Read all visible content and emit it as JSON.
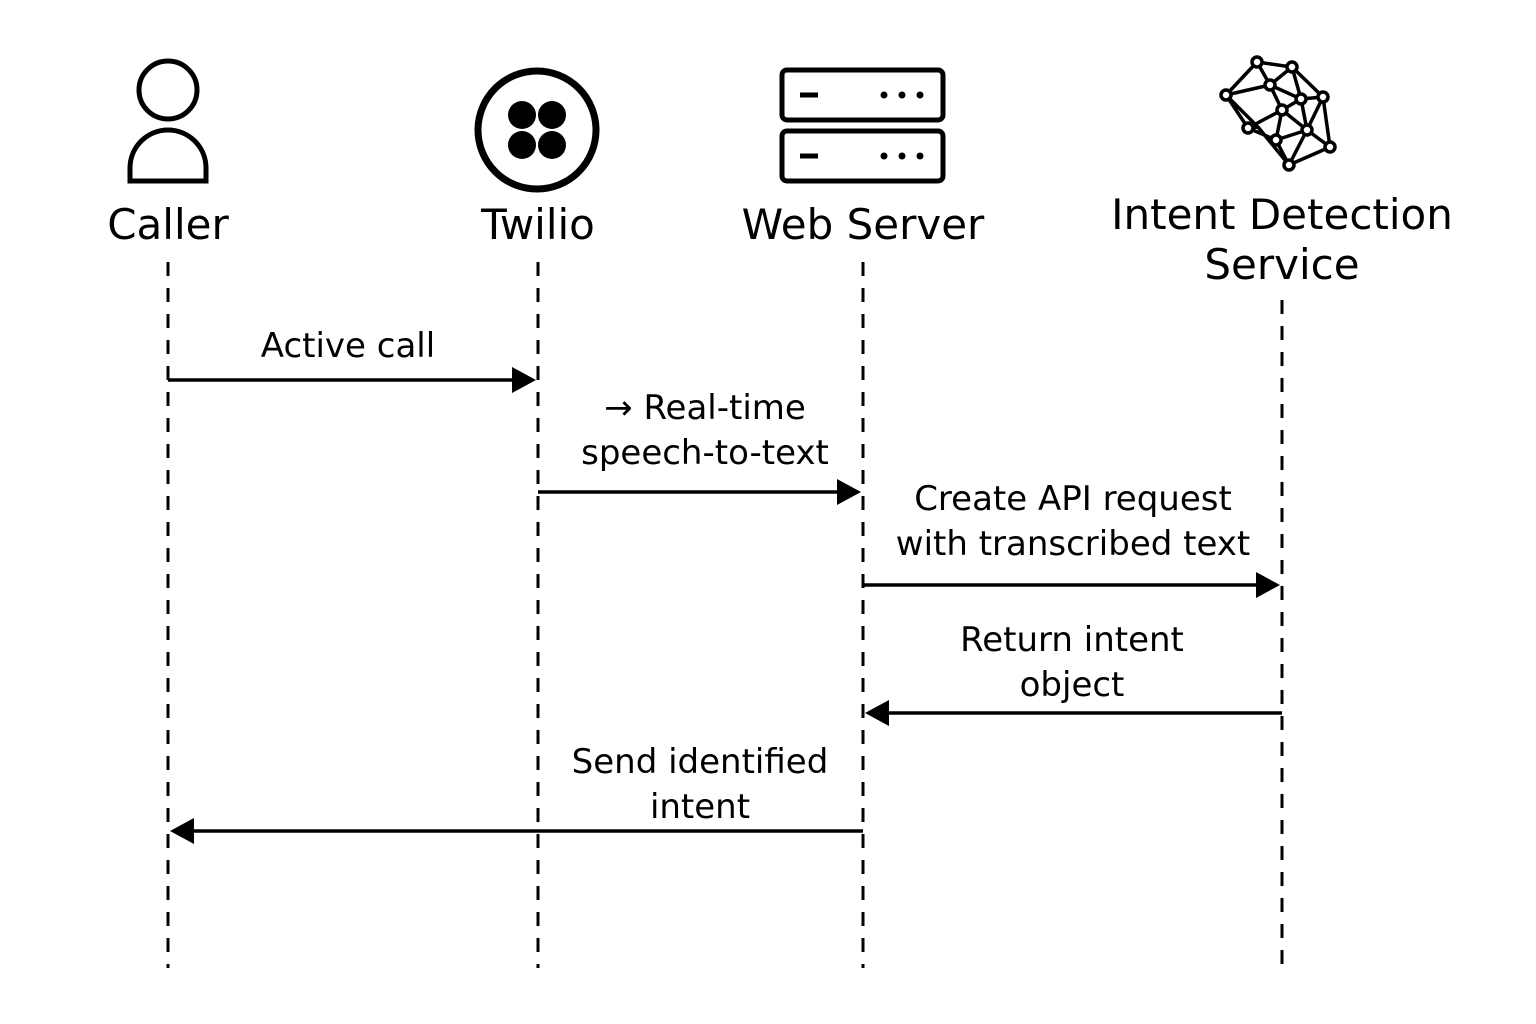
{
  "actors": [
    {
      "id": "caller",
      "label": "Caller",
      "icon": "person-icon"
    },
    {
      "id": "twilio",
      "label": "Twilio",
      "icon": "twilio-logo-icon"
    },
    {
      "id": "web_server",
      "label": "Web Server",
      "icon": "server-icon"
    },
    {
      "id": "intent_service",
      "label": "Intent Detection\nService",
      "icon": "neural-network-icon"
    }
  ],
  "messages": [
    {
      "from": "caller",
      "to": "twilio",
      "label": "Active call"
    },
    {
      "from": "twilio",
      "to": "web_server",
      "label": "→ Real-time\nspeech-to-text"
    },
    {
      "from": "web_server",
      "to": "intent_service",
      "label": "Create API request\nwith transcribed text"
    },
    {
      "from": "intent_service",
      "to": "web_server",
      "label": "Return intent\nobject"
    },
    {
      "from": "web_server",
      "to": "caller",
      "label": "Send identified\nintent"
    }
  ]
}
